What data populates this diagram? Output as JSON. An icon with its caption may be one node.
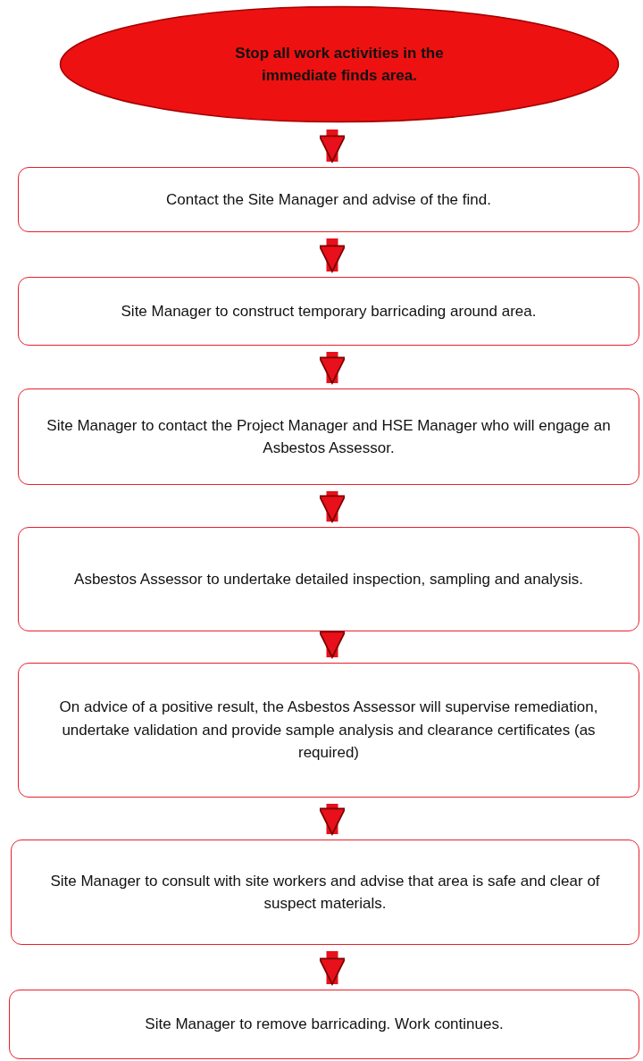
{
  "diagram": {
    "nodes": [
      {
        "text": [
          "Stop all work activities in the immediate finds area."
        ]
      },
      {
        "text": [
          "Contact the Site Manager and advise of the find."
        ]
      },
      {
        "text": [
          "Site Manager to construct temporary barricading around area."
        ]
      },
      {
        "text": [
          "Site Manager to contact the Project Manager and HSE Manager who will engage an Asbestos Assessor."
        ]
      },
      {
        "text": [
          "Asbestos Assessor to undertake detailed inspection, sampling and analysis."
        ]
      },
      {
        "text": [
          "On advice of a positive result, the Asbestos Assessor will supervise remediation, undertake validation and provide sample analysis and clearance certificates (as required)"
        ]
      },
      {
        "text": [
          "Site Manager to consult with site workers and advise that area is safe and clear of suspect materials."
        ]
      },
      {
        "text": [
          "Site Manager to remove barricading. Work continues."
        ]
      }
    ],
    "edges": [
      {
        "from": 0,
        "to": 1,
        "arrow": "to"
      },
      {
        "from": 1,
        "to": 2,
        "arrow": "to"
      },
      {
        "from": 2,
        "to": 3,
        "arrow": "to"
      },
      {
        "from": 3,
        "to": 4,
        "arrow": "to"
      },
      {
        "from": 4,
        "to": 5,
        "arrow": "to"
      },
      {
        "from": 5,
        "to": 6,
        "arrow": "to"
      },
      {
        "from": 6,
        "to": 7,
        "arrow": "to"
      }
    ]
  }
}
